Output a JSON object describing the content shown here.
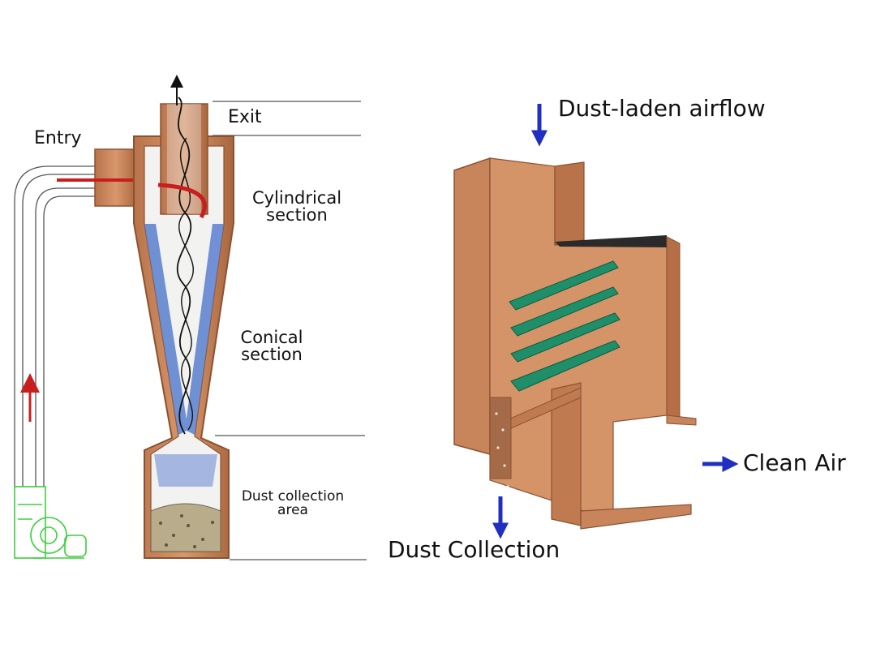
{
  "cyclone": {
    "labels": {
      "entry": "Entry",
      "exit": "Exit",
      "cylindrical": "Cylindrical section",
      "conical": "Conical section",
      "dust_area": "Dust collection area"
    }
  },
  "baffle_separator": {
    "labels": {
      "inlet": "Dust-laden airflow",
      "outlet": "Clean Air",
      "dust": "Dust Collection"
    }
  },
  "colors": {
    "copper": "#c8845a",
    "copper_dark": "#8a5232",
    "dust_blue": "#5a7fd0",
    "baffle_green": "#1f8f6a",
    "flow_arrow_red": "#c81e1e",
    "arrow_blue": "#1f2fbf",
    "fan_green": "#3ccf3c"
  }
}
